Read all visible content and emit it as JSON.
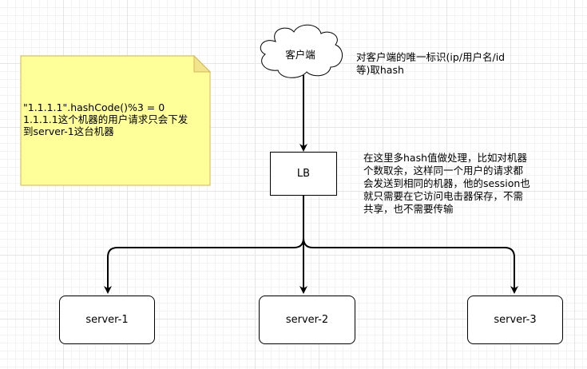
{
  "colors": {
    "note_fill": "#ffff99",
    "note_border": "#d6b656",
    "stroke": "#000000",
    "grid": "#e6e6e6"
  },
  "note": {
    "lines": [
      "\"1.1.1.1\".hashCode()%3 = 0",
      "1.1.1.1这个机器的用户请求只会下发",
      "到server-1这台机器"
    ]
  },
  "client": {
    "label": "客户端",
    "shape": "cloud"
  },
  "client_annotation": {
    "lines": [
      "对客户端的唯一标识(ip/用户名/id",
      "等)取hash"
    ]
  },
  "lb": {
    "label": "LB"
  },
  "lb_annotation": {
    "lines": [
      "在这里多hash值做处理，比如对机器",
      "个数取余，这样同一个用户的请求都",
      "会发送到相同的机器，他的session也",
      "就只需要在它访问电击器保存，不需",
      "共享，也不需要传输"
    ]
  },
  "servers": [
    {
      "label": "server-1"
    },
    {
      "label": "server-2"
    },
    {
      "label": "server-3"
    }
  ]
}
